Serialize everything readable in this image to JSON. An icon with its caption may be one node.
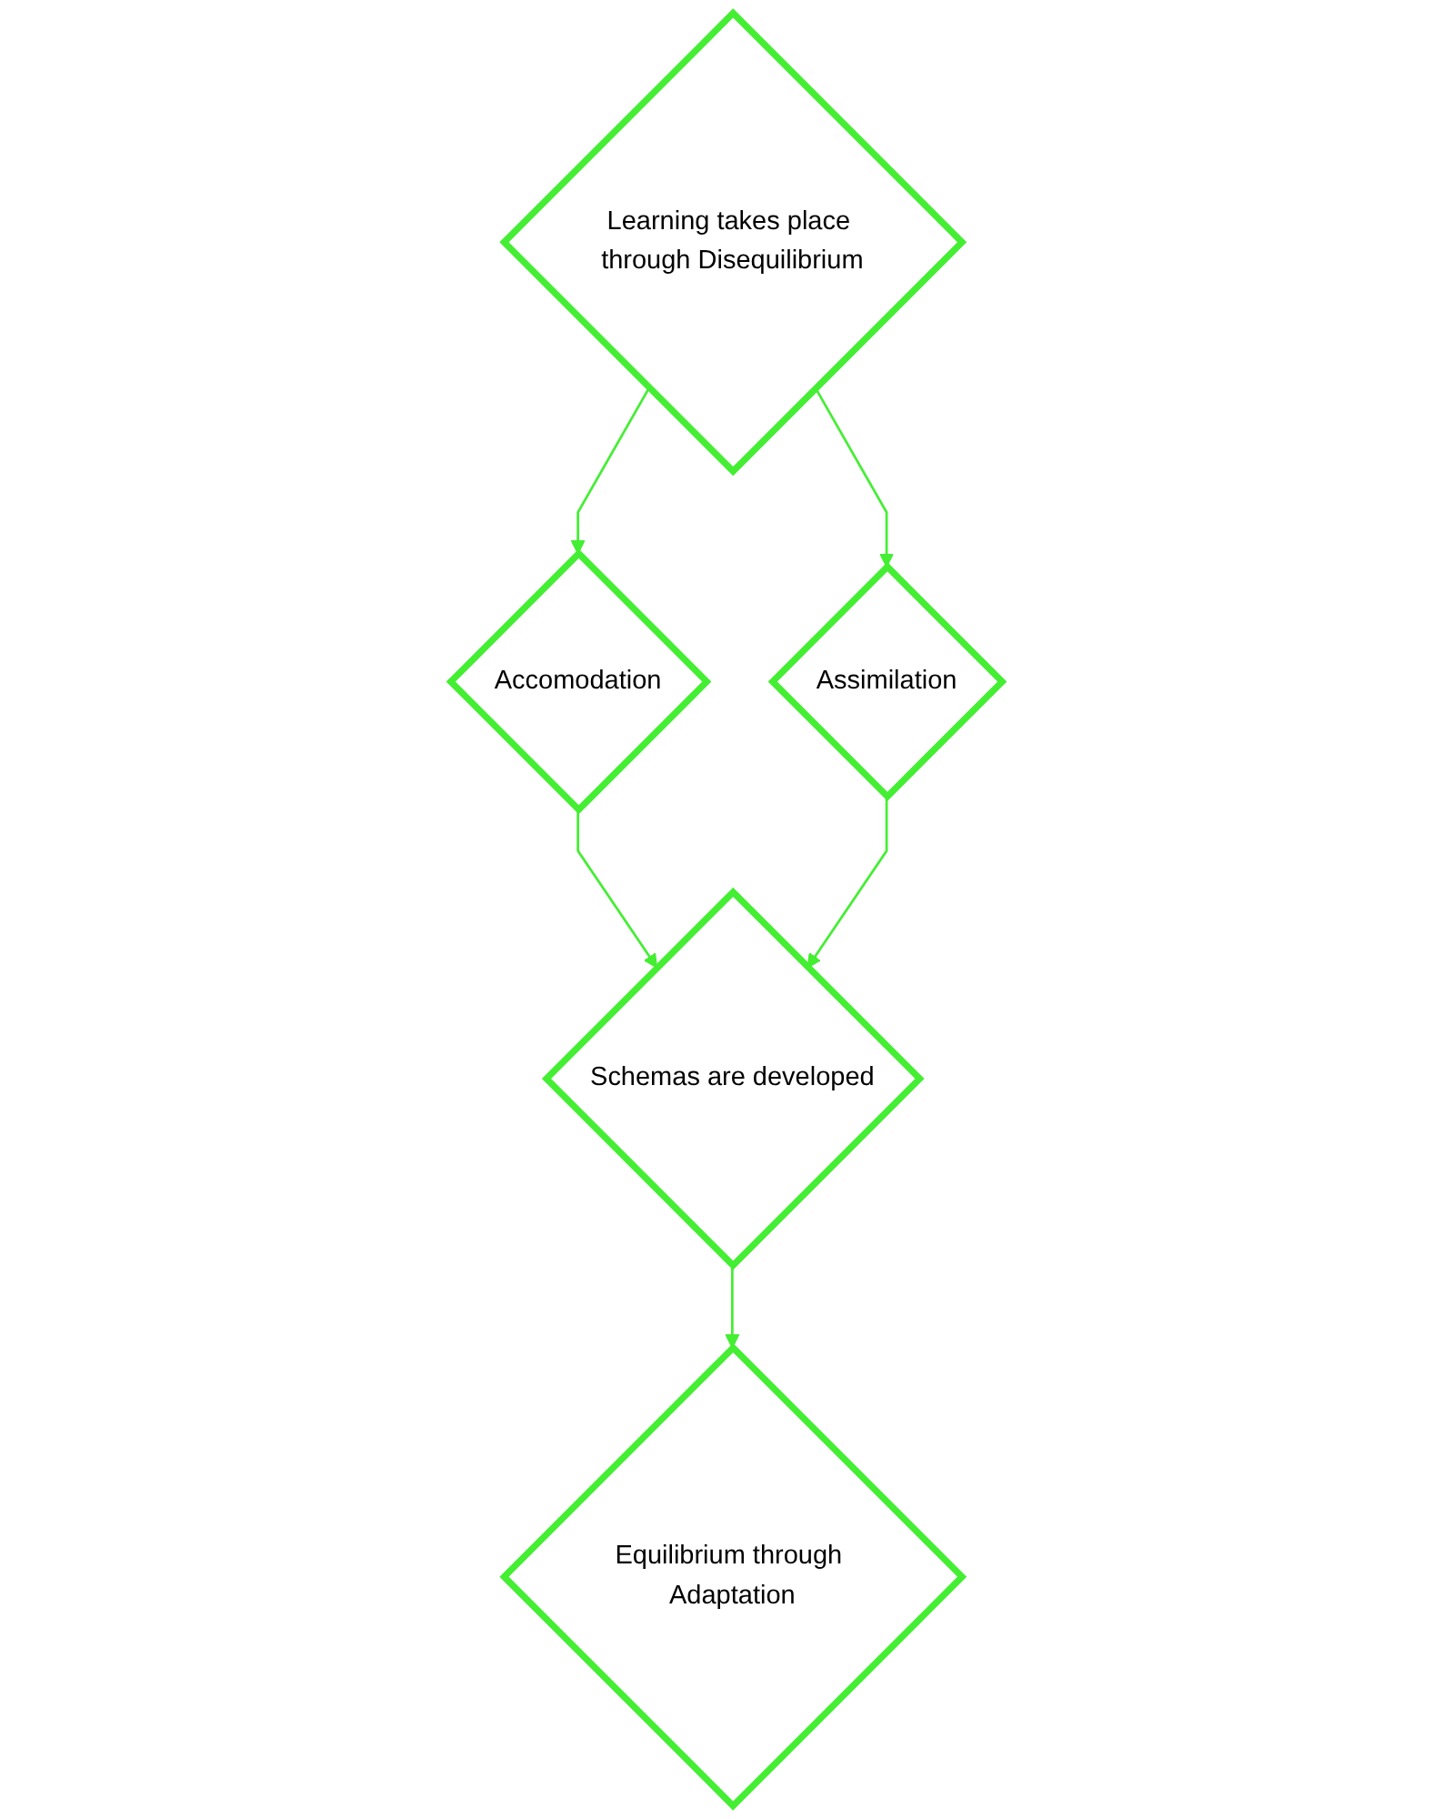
{
  "diagram": {
    "nodes": [
      {
        "text": [
          "Learning takes place through Disequilibrium"
        ]
      },
      {
        "text": [
          "Accomodation"
        ]
      },
      {
        "text": [
          "Assimilation"
        ]
      },
      {
        "text": [
          "Schemas are developed"
        ]
      },
      {
        "text": [
          "Equilibrium through Adaptation"
        ]
      }
    ],
    "edges": [
      {
        "from": 0,
        "to": 1,
        "arrow": "to"
      },
      {
        "from": 0,
        "to": 2,
        "arrow": "to"
      },
      {
        "from": 1,
        "to": 3,
        "arrow": "to"
      },
      {
        "from": 2,
        "to": 3,
        "arrow": "to"
      },
      {
        "from": 3,
        "to": 4,
        "arrow": "to"
      }
    ]
  }
}
